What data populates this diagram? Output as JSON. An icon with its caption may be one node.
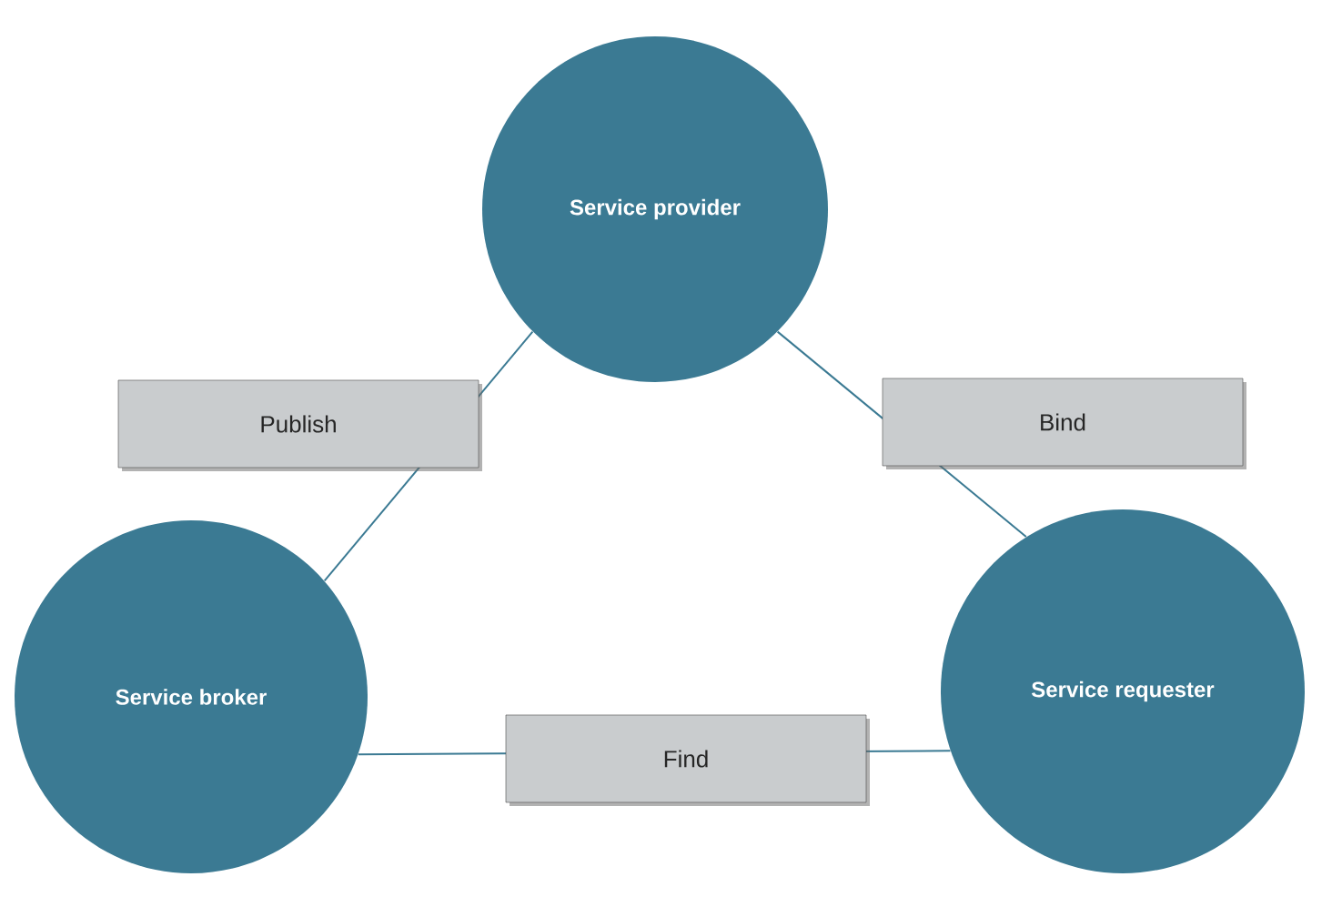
{
  "diagram": {
    "nodes": [
      {
        "text": [
          "Service provider"
        ]
      },
      {
        "text": [
          "Service broker"
        ]
      },
      {
        "text": [
          "Service requester"
        ]
      }
    ],
    "edges": [
      {
        "from": 0,
        "to": 1,
        "arrow": "none",
        "label": "Publish"
      },
      {
        "from": 0,
        "to": 2,
        "arrow": "none",
        "label": "Bind"
      },
      {
        "from": 1,
        "to": 2,
        "arrow": "none",
        "label": "Find"
      }
    ]
  }
}
